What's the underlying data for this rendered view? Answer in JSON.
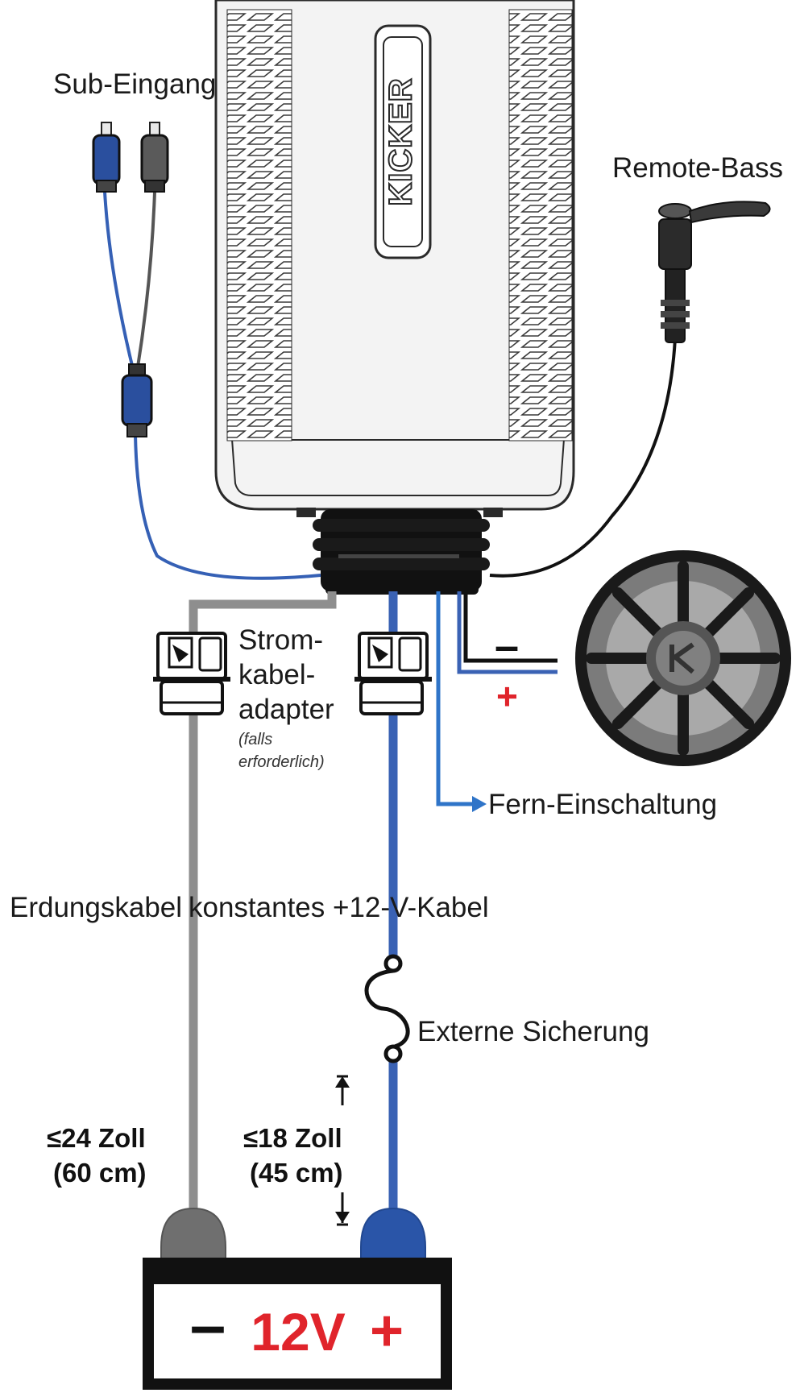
{
  "labels": {
    "sub_input": "Sub-Eingang",
    "remote_bass": "Remote-Bass",
    "power_adapter_line1": "Strom-",
    "power_adapter_line2": "kabel-",
    "power_adapter_line3": "adapter",
    "power_adapter_note_line1": "(falls",
    "power_adapter_note_line2": "erforderlich)",
    "remote_turn_on": "Fern-Einschaltung",
    "ground_cable": "Erdungskabel",
    "constant_power_cable": "konstantes +12-V-Kabel",
    "external_fuse": "Externe Sicherung",
    "ground_length_line1": "≤24 Zoll",
    "ground_length_line2": "(60 cm)",
    "power_length_line1": "≤18 Zoll",
    "power_length_line2": "(45 cm)",
    "speaker_minus": "–",
    "speaker_plus": "+"
  },
  "amplifier": {
    "brand": "KICKER"
  },
  "battery": {
    "minus": "–",
    "voltage": "12V",
    "plus": "+"
  },
  "colors": {
    "power_wire": "#3a62b4",
    "ground_wire": "#8e8e8e",
    "remote_wire": "#2f74c8",
    "rca_blue": "#2a4f9e",
    "plus_red": "#e0242b"
  }
}
